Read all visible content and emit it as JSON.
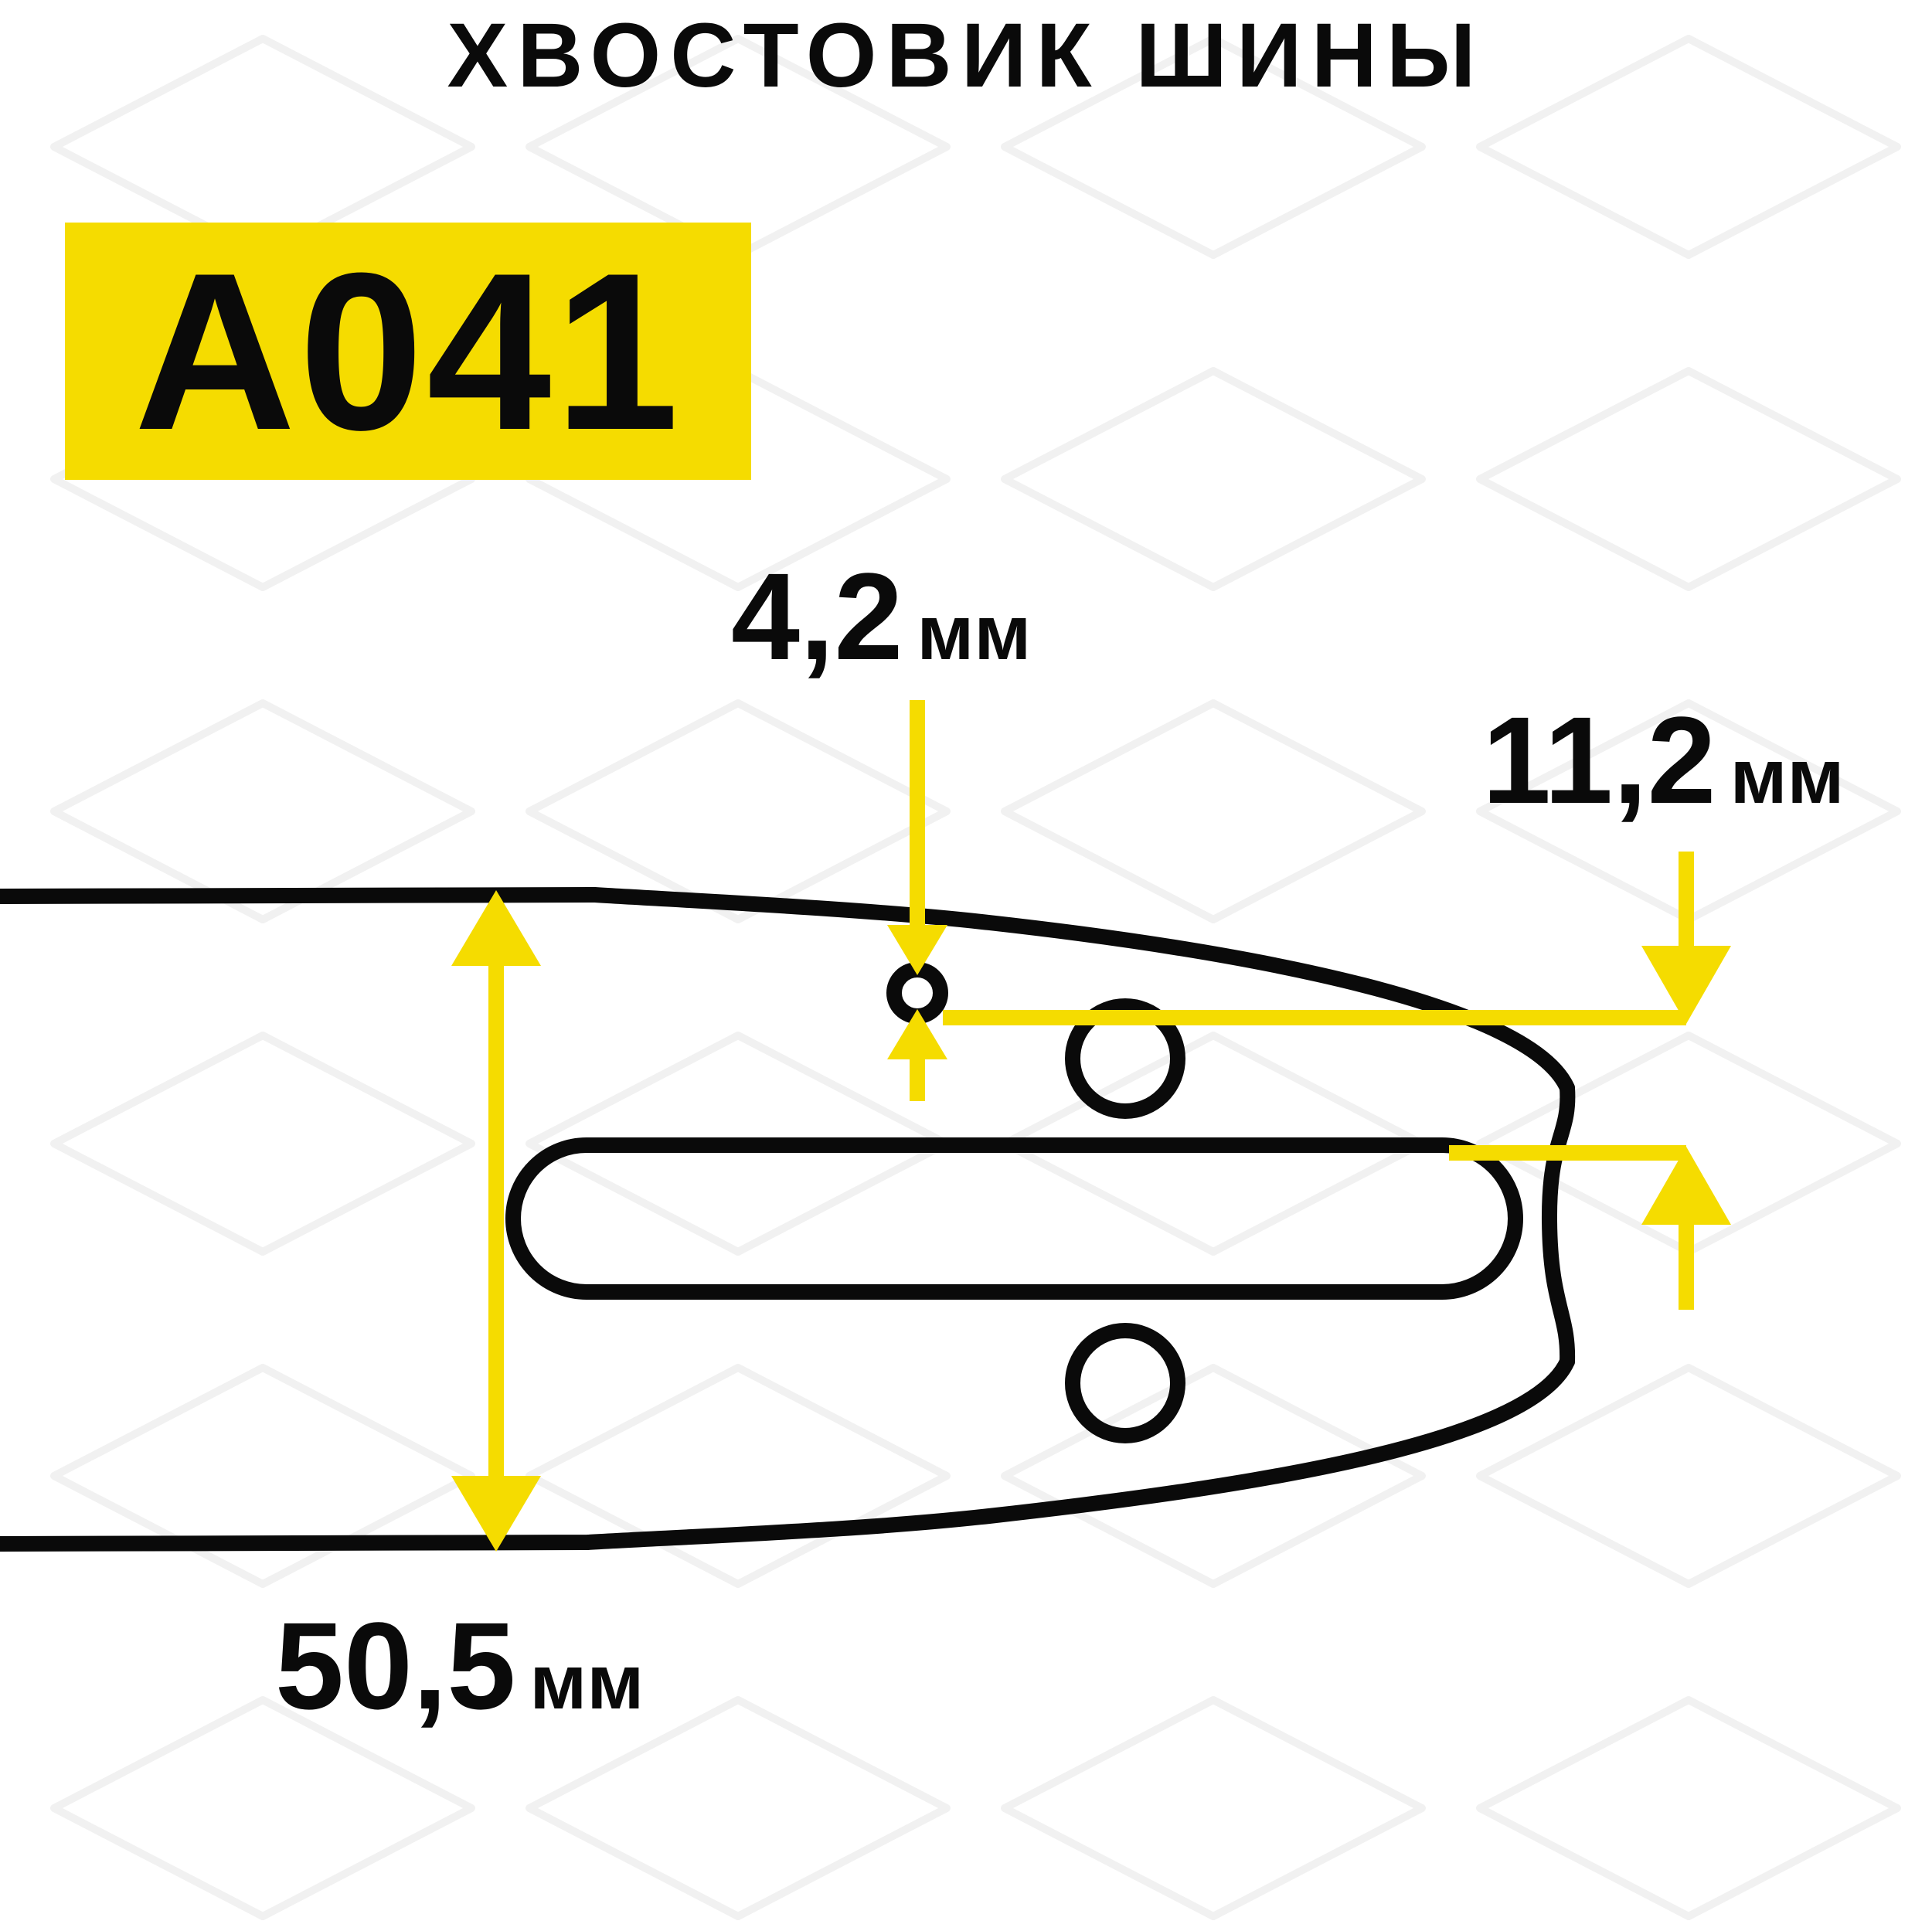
{
  "title": "ХВОСТОВИК ШИНЫ",
  "code": "A041",
  "dimensions": {
    "hole_diameter": {
      "value": "4,2",
      "unit": "мм"
    },
    "slot_width": {
      "value": "11,2",
      "unit": "мм"
    },
    "tail_height": {
      "value": "50,5",
      "unit": "мм"
    }
  },
  "colors": {
    "accent": "#f5dc00",
    "outline": "#0a0a0a",
    "background": "#ffffff"
  }
}
